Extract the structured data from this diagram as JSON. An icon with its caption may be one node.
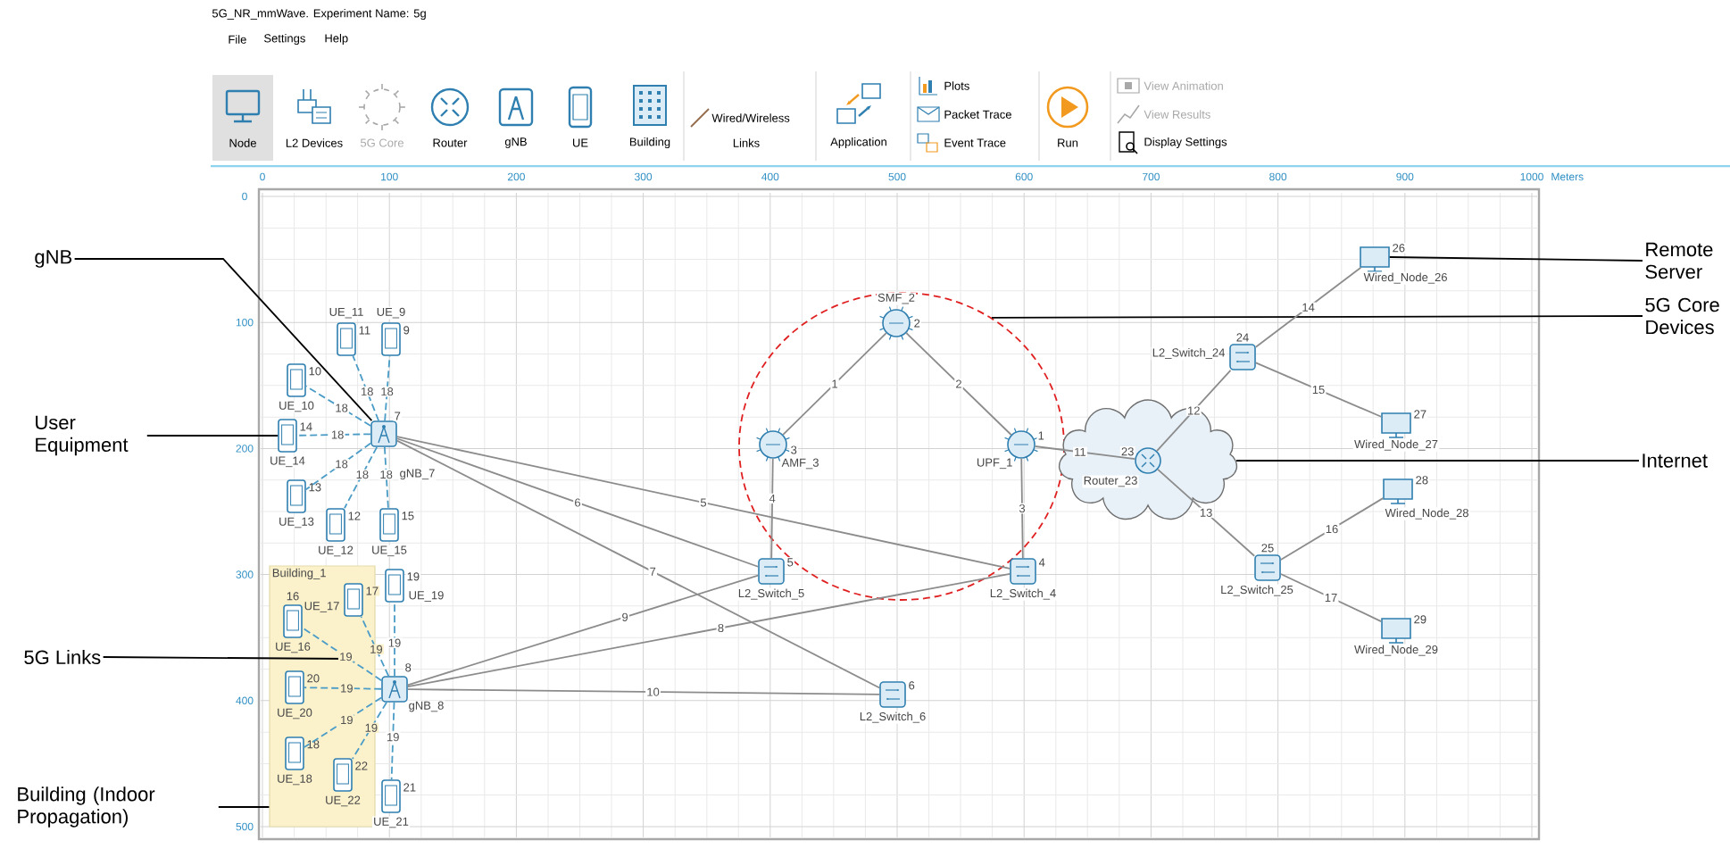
{
  "diagram": {
    "nodes": [
      {
        "text": [
          "gNB"
        ]
      },
      {
        "text": [
          "User Equipment"
        ]
      },
      {
        "text": [
          "5G Links"
        ]
      },
      {
        "text": [
          "Building (Indoor Propagation)"
        ]
      },
      {
        "text": [
          "Remote Server"
        ]
      },
      {
        "text": [
          "5G Core Devices"
        ]
      },
      {
        "text": [
          "Internet"
        ]
      },
      {
        "text": [
          "Building_1"
        ]
      },
      {
        "text": [],
        "shape": "ellipse"
      },
      {
        "text": [],
        "shape": "cloud"
      },
      {
        "text": [
          "1",
          "UPF_1"
        ],
        "in": 8
      },
      {
        "text": [
          "SMF_2",
          "2"
        ],
        "in": 8
      },
      {
        "text": [
          "3",
          "AMF_3"
        ],
        "in": 8
      },
      {
        "text": [
          "4",
          "L2_Switch_4"
        ]
      },
      {
        "text": [
          "5",
          "L2_Switch_5"
        ]
      },
      {
        "text": [
          "6",
          "L2_Switch_6"
        ]
      },
      {
        "text": [
          "7",
          "gNB_7"
        ]
      },
      {
        "text": [
          "8",
          "gNB_8"
        ]
      },
      {
        "text": [
          "UE_9",
          "9"
        ]
      },
      {
        "text": [
          "10",
          "UE_10"
        ]
      },
      {
        "text": [
          "UE_11",
          "11"
        ]
      },
      {
        "text": [
          "12",
          "UE_12"
        ]
      },
      {
        "text": [
          "13",
          "UE_13"
        ]
      },
      {
        "text": [
          "14",
          "UE_14"
        ]
      },
      {
        "text": [
          "15",
          "UE_15"
        ]
      },
      {
        "text": [
          "16",
          "UE_16"
        ],
        "in": 7
      },
      {
        "text": [
          "17",
          "UE_17"
        ],
        "in": 7
      },
      {
        "text": [
          "18",
          "UE_18"
        ],
        "in": 7
      },
      {
        "text": [
          "19",
          "UE_19"
        ]
      },
      {
        "text": [
          "20",
          "UE_20"
        ],
        "in": 7
      },
      {
        "text": [
          "21",
          "UE_21"
        ]
      },
      {
        "text": [
          "22",
          "UE_22"
        ],
        "in": 7
      },
      {
        "text": [
          "23",
          "Router_23"
        ],
        "in": 9
      },
      {
        "text": [
          "24",
          "L2_Switch_24"
        ]
      },
      {
        "text": [
          "25",
          "L2_Switch_25"
        ]
      },
      {
        "text": [
          "26",
          "Wired_Node_26"
        ]
      },
      {
        "text": [
          "27",
          "Wired_Node_27"
        ]
      },
      {
        "text": [
          "28",
          "Wired_Node_28"
        ]
      },
      {
        "text": [
          "29",
          "Wired_Node_29"
        ]
      }
    ],
    "edges": [
      {
        "from": 0,
        "to": 16,
        "arrow": "none",
        "color": "#000000"
      },
      {
        "from": 1,
        "to": 23,
        "arrow": "none",
        "color": "#000000"
      },
      {
        "from": 2,
        "to": null,
        "arrow": "none",
        "color": "#000000"
      },
      {
        "from": 3,
        "to": 7,
        "arrow": "none",
        "color": "#000000"
      },
      {
        "from": 4,
        "to": 35,
        "arrow": "none",
        "color": "#000000"
      },
      {
        "from": 5,
        "to": 8,
        "arrow": "none",
        "color": "#000000"
      },
      {
        "from": 6,
        "to": 9,
        "arrow": "none",
        "color": "#000000"
      },
      {
        "from": 12,
        "to": 11,
        "arrow": "none",
        "label": "1"
      },
      {
        "from": 11,
        "to": 10,
        "arrow": "none",
        "label": "2"
      },
      {
        "from": 10,
        "to": 13,
        "arrow": "none",
        "label": "3"
      },
      {
        "from": 12,
        "to": 14,
        "arrow": "none",
        "label": "4"
      },
      {
        "from": 16,
        "to": 13,
        "arrow": "none",
        "label": "5"
      },
      {
        "from": 16,
        "to": 14,
        "arrow": "none",
        "label": "6"
      },
      {
        "from": 16,
        "to": 15,
        "arrow": "none",
        "label": "7"
      },
      {
        "from": 17,
        "to": 13,
        "arrow": "none",
        "label": "8"
      },
      {
        "from": 17,
        "to": 14,
        "arrow": "none",
        "label": "9"
      },
      {
        "from": 17,
        "to": 15,
        "arrow": "none",
        "label": "10"
      },
      {
        "from": 10,
        "to": 32,
        "arrow": "none",
        "label": "11"
      },
      {
        "from": 32,
        "to": 33,
        "arrow": "none",
        "label": "12"
      },
      {
        "from": 32,
        "to": 34,
        "arrow": "none",
        "label": "13"
      },
      {
        "from": 33,
        "to": 35,
        "arrow": "none",
        "label": "14"
      },
      {
        "from": 33,
        "to": 36,
        "arrow": "none",
        "label": "15"
      },
      {
        "from": 34,
        "to": 37,
        "arrow": "none",
        "label": "16"
      },
      {
        "from": 34,
        "to": 38,
        "arrow": "none",
        "label": "17"
      },
      {
        "from": 16,
        "to": 18,
        "arrow": "none",
        "label": "18",
        "style": "dashed",
        "color": "#4a9cc7"
      },
      {
        "from": 16,
        "to": 19,
        "arrow": "none",
        "label": "18",
        "style": "dashed",
        "color": "#4a9cc7"
      },
      {
        "from": 16,
        "to": 20,
        "arrow": "none",
        "label": "18",
        "style": "dashed",
        "color": "#4a9cc7"
      },
      {
        "from": 16,
        "to": 21,
        "arrow": "none",
        "label": "18",
        "style": "dashed",
        "color": "#4a9cc7"
      },
      {
        "from": 16,
        "to": 22,
        "arrow": "none",
        "label": "18",
        "style": "dashed",
        "color": "#4a9cc7"
      },
      {
        "from": 16,
        "to": 23,
        "arrow": "none",
        "label": "18",
        "style": "dashed",
        "color": "#4a9cc7"
      },
      {
        "from": 16,
        "to": 24,
        "arrow": "none",
        "label": "18",
        "style": "dashed",
        "color": "#4a9cc7"
      },
      {
        "from": 17,
        "to": 25,
        "arrow": "none",
        "label": "19",
        "style": "dashed",
        "color": "#4a9cc7"
      },
      {
        "from": 17,
        "to": 26,
        "arrow": "none",
        "label": "19",
        "style": "dashed",
        "color": "#4a9cc7"
      },
      {
        "from": 17,
        "to": 27,
        "arrow": "none",
        "label": "19",
        "style": "dashed",
        "color": "#4a9cc7"
      },
      {
        "from": 17,
        "to": 28,
        "arrow": "none",
        "label": "19",
        "style": "dashed",
        "color": "#4a9cc7"
      },
      {
        "from": 17,
        "to": 29,
        "arrow": "none",
        "label": "19",
        "style": "dashed",
        "color": "#4a9cc7"
      },
      {
        "from": 17,
        "to": 30,
        "arrow": "none",
        "label": "19",
        "style": "dashed",
        "color": "#4a9cc7"
      },
      {
        "from": 17,
        "to": 31,
        "arrow": "none",
        "label": "19",
        "style": "dashed",
        "color": "#4a9cc7"
      }
    ],
    "labels": [
      "5G_NR_mmWave. Experiment Name: 5g",
      "File",
      "Settings",
      "Help",
      "Node",
      "L2 Devices",
      "5G Core",
      "Router",
      "gNB",
      "UE",
      "Building",
      "Wired/Wireless",
      "Links",
      "Application",
      "Plots",
      "Packet Trace",
      "Event Trace",
      "Run",
      "View Animation",
      "View Results",
      "Display Settings",
      "0",
      "100",
      "200",
      "300",
      "400",
      "500",
      "600",
      "700",
      "800",
      "900",
      "1000",
      "Meters",
      "0",
      "100",
      "200",
      "300",
      "400",
      "500"
    ]
  }
}
